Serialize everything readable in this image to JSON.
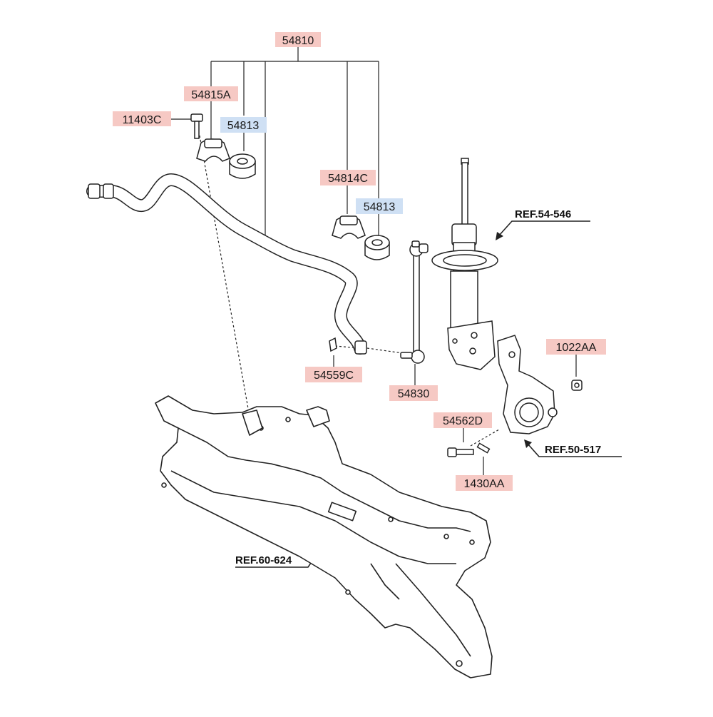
{
  "diagram": {
    "colors": {
      "red_label_bg": "#f6c9c4",
      "blue_label_bg": "#cfe0f4",
      "line": "#222222",
      "part_fill": "#ffffff"
    },
    "labels": {
      "l54810": "54810",
      "l54815A": "54815A",
      "l11403C": "11403C",
      "l54813_top": "54813",
      "l54814C": "54814C",
      "l54813_mid": "54813",
      "l54559C": "54559C",
      "l54830": "54830",
      "l1022AA": "1022AA",
      "l54562D": "54562D",
      "l1430AA": "1430AA"
    },
    "refs": {
      "r54546": "REF.54-546",
      "r50517": "REF.50-517",
      "r60624": "REF.60-624"
    }
  }
}
